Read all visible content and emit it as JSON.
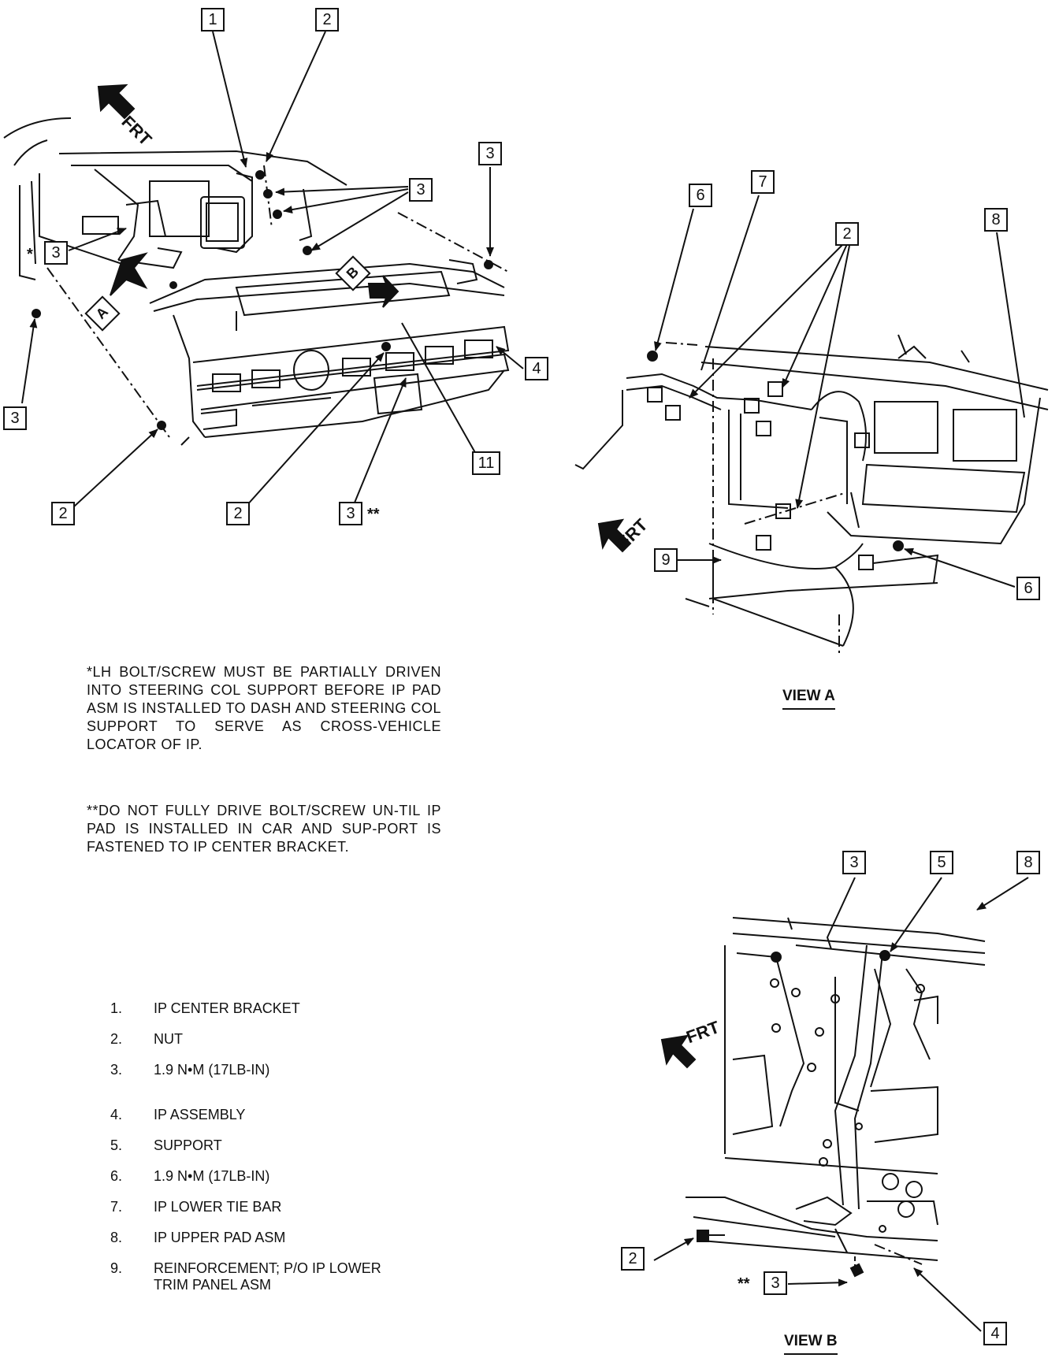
{
  "callouts": {
    "main_1": "1",
    "main_2_top": "2",
    "main_3_top": "3",
    "main_3_right": "3",
    "main_3_left": "3",
    "main_3_farleft": "3",
    "main_4": "4",
    "main_11": "11",
    "main_2_bl": "2",
    "main_2_bm": "2",
    "main_3_bottom": "3",
    "viewa_6_top": "6",
    "viewa_7": "7",
    "viewa_2": "2",
    "viewa_8": "8",
    "viewa_9": "9",
    "viewa_6_bottom": "6",
    "viewb_3_top": "3",
    "viewb_5": "5",
    "viewb_8": "8",
    "viewb_2": "2",
    "viewb_3_bottom": "3",
    "viewb_4": "4"
  },
  "markers": {
    "single_star": "*",
    "double_star": "**",
    "view_a_box": "A",
    "view_b_box": "B"
  },
  "frt": {
    "main": "FRT",
    "view_a": "FRT",
    "view_b": "FRT"
  },
  "views": {
    "view_a_title": "VIEW A",
    "view_b_title": "VIEW B"
  },
  "notes": {
    "note1": "*LH BOLT/SCREW MUST BE PARTIALLY DRIVEN INTO STEERING COL SUPPORT BEFORE IP PAD ASM IS INSTALLED TO DASH AND STEERING COL SUPPORT TO SERVE AS CROSS-VEHICLE LOCATOR OF IP.",
    "note2": "**DO NOT FULLY DRIVE BOLT/SCREW UN-TIL IP PAD IS INSTALLED IN CAR AND SUP-PORT IS FASTENED TO IP CENTER BRACKET."
  },
  "legend": [
    {
      "num": "1.",
      "text": "IP CENTER BRACKET"
    },
    {
      "num": "2.",
      "text": "NUT"
    },
    {
      "num": "3.",
      "text": "1.9 N•M (17LB-IN)"
    },
    {
      "num": "4.",
      "text": "IP ASSEMBLY"
    },
    {
      "num": "5.",
      "text": "SUPPORT"
    },
    {
      "num": "6.",
      "text": "1.9 N•M (17LB-IN)"
    },
    {
      "num": "7.",
      "text": "IP LOWER TIE BAR"
    },
    {
      "num": "8.",
      "text": "IP UPPER PAD ASM"
    },
    {
      "num": "9.",
      "text": "REINFORCEMENT; P/O IP LOWER TRIM PANEL ASM"
    }
  ],
  "colors": {
    "ink": "#111111",
    "paper": "#ffffff"
  }
}
